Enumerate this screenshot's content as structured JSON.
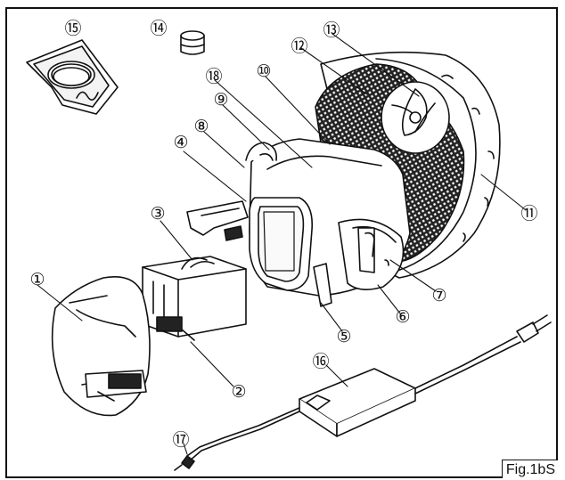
{
  "figure": {
    "label": "Fig.1bS"
  },
  "callouts": [
    {
      "id": "1",
      "text": "①"
    },
    {
      "id": "2",
      "text": "②"
    },
    {
      "id": "3",
      "text": "③"
    },
    {
      "id": "4",
      "text": "④"
    },
    {
      "id": "5",
      "text": "⑤"
    },
    {
      "id": "6",
      "text": "⑥"
    },
    {
      "id": "7",
      "text": "⑦"
    },
    {
      "id": "8",
      "text": "⑧"
    },
    {
      "id": "9",
      "text": "⑨"
    },
    {
      "id": "10",
      "text": "⑩"
    },
    {
      "id": "11",
      "text": "⑪"
    },
    {
      "id": "12",
      "text": "⑫"
    },
    {
      "id": "13",
      "text": "⑬"
    },
    {
      "id": "14",
      "text": "⑭"
    },
    {
      "id": "15",
      "text": "⑮"
    },
    {
      "id": "16",
      "text": "⑯"
    },
    {
      "id": "17",
      "text": "⑰"
    },
    {
      "id": "18",
      "text": "⑱"
    }
  ]
}
